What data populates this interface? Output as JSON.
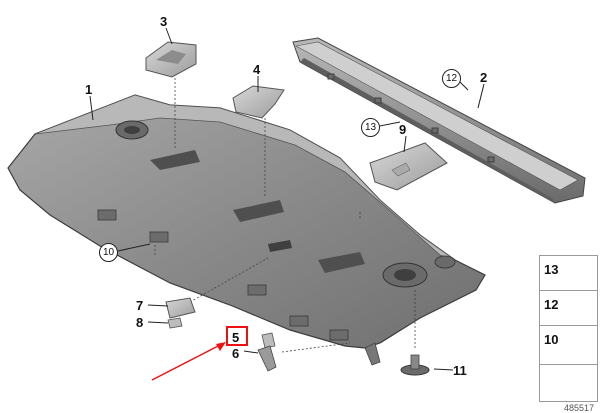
{
  "callouts": {
    "c1": "1",
    "c2": "2",
    "c3": "3",
    "c4": "4",
    "c5": "5",
    "c6": "6",
    "c7": "7",
    "c8": "8",
    "c9": "9",
    "c11": "11"
  },
  "circled": {
    "c10": "10",
    "c12": "12",
    "c13": "13"
  },
  "legend": {
    "l13": "13",
    "l12": "12",
    "l10": "10"
  },
  "reference": "485517",
  "colors": {
    "highlight": "#e11",
    "part_fill": "#8f8f8f",
    "part_edge": "#4a4a4a"
  }
}
